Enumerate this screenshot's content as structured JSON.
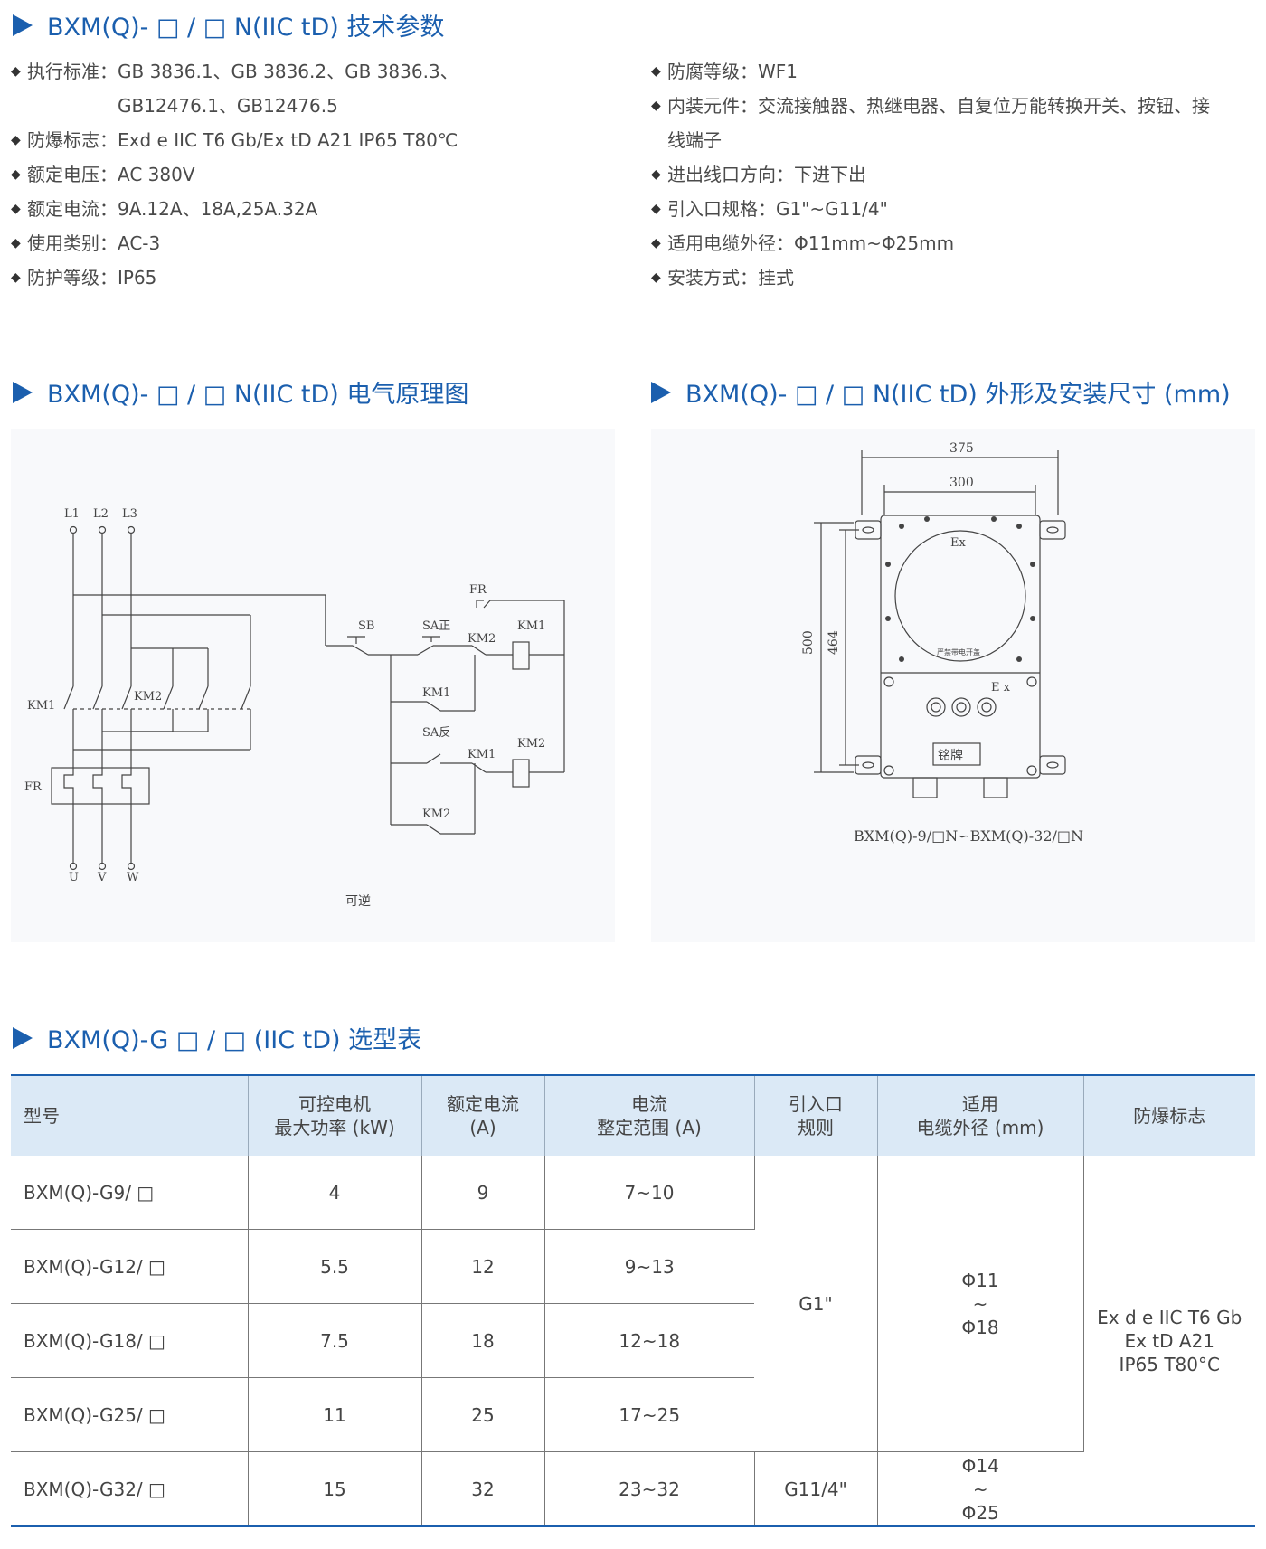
{
  "sections": {
    "specs_title": "BXM(Q)- □ / □ N(IIC tD) 技术参数",
    "circuit_title": "BXM(Q)- □ / □ N(IIC tD) 电气原理图",
    "dims_title": "BXM(Q)- □ / □ N(IIC tD) 外形及安装尺寸 (mm)",
    "table_title": "BXM(Q)-G □ / □ (IIC tD) 选型表"
  },
  "specs_left": [
    {
      "label": "执行标准：",
      "value": "GB 3836.1、GB 3836.2、GB 3836.3、",
      "value2": "GB12476.1、GB12476.5"
    },
    {
      "label": "防爆标志：",
      "value": "Exd e IIC T6 Gb/Ex tD A21 IP65 T80℃"
    },
    {
      "label": "额定电压：",
      "value": "AC 380V"
    },
    {
      "label": "额定电流：",
      "value": "9A.12A、18A,25A.32A"
    },
    {
      "label": "使用类别：",
      "value": "AC-3"
    },
    {
      "label": "防护等级：",
      "value": "IP65"
    }
  ],
  "specs_right": [
    {
      "label": "防腐等级：",
      "value": "WF1"
    },
    {
      "label": "内装元件：",
      "value": "交流接触器、热继电器、自复位万能转换开关、按钮、接",
      "value2": "线端子"
    },
    {
      "label": "进出线口方向：",
      "value": "下进下出"
    },
    {
      "label": "引入口规格：",
      "value": "G1\"~G11/4\""
    },
    {
      "label": "适用电缆外径：",
      "value": "Φ11mm~Φ25mm"
    },
    {
      "label": "安装方式：",
      "value": "挂式"
    }
  ],
  "circuit": {
    "phases": [
      "L1",
      "L2",
      "L3"
    ],
    "outputs": [
      "U",
      "V",
      "W"
    ],
    "km1": "KM1",
    "km2": "KM2",
    "fr": "FR",
    "sb": "SB",
    "sa_fwd": "SA正",
    "sa_rev": "SA反",
    "caption": "可逆"
  },
  "dims": {
    "w_outer": "375",
    "w_inner": "300",
    "h_outer": "500",
    "h_inner": "464",
    "ex": "Ex",
    "ex2": "E x",
    "warning": "严禁带电开盖",
    "nameplate": "铭牌",
    "caption": "BXM(Q)-9/□N∽BXM(Q)-32/□N"
  },
  "table": {
    "headers": [
      "型号",
      "可控电机\n最大功率 (kW)",
      "额定电流\n(A)",
      "电流\n整定范围 (A)",
      "引入口\n规则",
      "适用\n电缆外径 (mm)",
      "防爆标志"
    ],
    "rows": [
      {
        "model": "BXM(Q)-G9/ □",
        "power": "4",
        "current": "9",
        "range": "7~10"
      },
      {
        "model": "BXM(Q)-G12/ □",
        "power": "5.5",
        "current": "12",
        "range": "9~13"
      },
      {
        "model": "BXM(Q)-G18/ □",
        "power": "7.5",
        "current": "18",
        "range": "12~18"
      },
      {
        "model": "BXM(Q)-G25/ □",
        "power": "11",
        "current": "25",
        "range": "17~25"
      },
      {
        "model": "BXM(Q)-G32/ □",
        "power": "15",
        "current": "32",
        "range": "23~32"
      }
    ],
    "inlet_a": "G1\"",
    "inlet_b": "G11/4\"",
    "cable_a": "Φ11\n~\nΦ18",
    "cable_b": "Φ14\n~\nΦ25",
    "ex_mark": "Ex d e IIC T6 Gb\nEx tD A21\nIP65 T80°C"
  },
  "colors": {
    "accent": "#1b5fae",
    "header_bg": "#dbe9f6",
    "panel_bg": "#f8f9fb"
  }
}
